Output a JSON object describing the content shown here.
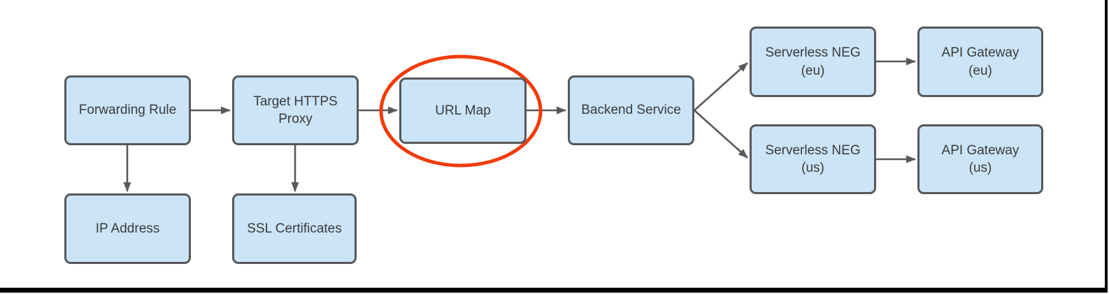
{
  "diagram": {
    "type": "flowchart",
    "description": "HTTPS load balancing flow from Forwarding Rule to regional API Gateways, with the URL Map node circled in red",
    "nodes": [
      {
        "id": "forwarding-rule",
        "label": "Forwarding Rule",
        "lines": [
          "Forwarding Rule"
        ]
      },
      {
        "id": "target-https-proxy",
        "label": "Target HTTPS Proxy",
        "lines": [
          "Target HTTPS",
          "Proxy"
        ]
      },
      {
        "id": "url-map",
        "label": "URL Map",
        "lines": [
          "URL Map"
        ],
        "annotated": true
      },
      {
        "id": "backend-service",
        "label": "Backend Service",
        "lines": [
          "Backend Service"
        ]
      },
      {
        "id": "serverless-neg-eu",
        "label": "Serverless NEG (eu)",
        "lines": [
          "Serverless NEG",
          "(eu)"
        ]
      },
      {
        "id": "api-gateway-eu",
        "label": "API Gateway (eu)",
        "lines": [
          "API Gateway",
          "(eu)"
        ]
      },
      {
        "id": "serverless-neg-us",
        "label": "Serverless NEG (us)",
        "lines": [
          "Serverless NEG",
          "(us)"
        ]
      },
      {
        "id": "api-gateway-us",
        "label": "API Gateway (us)",
        "lines": [
          "API Gateway",
          "(us)"
        ]
      },
      {
        "id": "ip-address",
        "label": "IP Address",
        "lines": [
          "IP Address"
        ]
      },
      {
        "id": "ssl-certificates",
        "label": "SSL Certificates",
        "lines": [
          "SSL Certificates"
        ]
      }
    ],
    "edges": [
      {
        "from": "forwarding-rule",
        "to": "target-https-proxy",
        "direction": "right"
      },
      {
        "from": "target-https-proxy",
        "to": "url-map",
        "direction": "right"
      },
      {
        "from": "url-map",
        "to": "backend-service",
        "direction": "right"
      },
      {
        "from": "backend-service",
        "to": "serverless-neg-eu",
        "direction": "up-right"
      },
      {
        "from": "backend-service",
        "to": "serverless-neg-us",
        "direction": "down-right"
      },
      {
        "from": "serverless-neg-eu",
        "to": "api-gateway-eu",
        "direction": "right"
      },
      {
        "from": "serverless-neg-us",
        "to": "api-gateway-us",
        "direction": "right"
      },
      {
        "from": "forwarding-rule",
        "to": "ip-address",
        "direction": "down"
      },
      {
        "from": "target-https-proxy",
        "to": "ssl-certificates",
        "direction": "down"
      }
    ],
    "annotation": {
      "shape": "ellipse",
      "target": "url-map",
      "color": "#f03c0a"
    },
    "colors": {
      "node_fill": "#cbe4f7",
      "node_border": "#56585c",
      "node_text": "#3b3b3b",
      "arrow": "#58595b",
      "annotation": "#f03c0a",
      "frame": "#000000",
      "background": "#ffffff"
    }
  }
}
